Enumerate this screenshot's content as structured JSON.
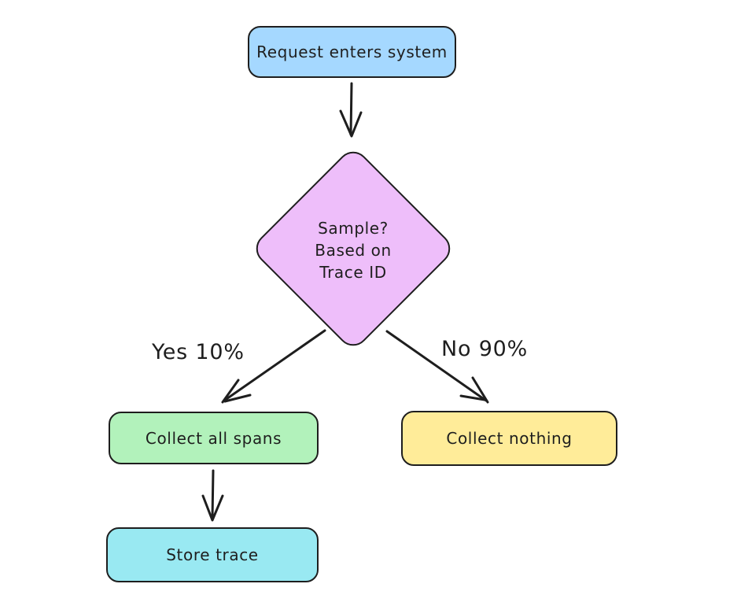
{
  "canvas": {
    "background": "#ffffff",
    "stroke_color": "#1e1e1e",
    "text_color": "#1e1e1e"
  },
  "nodes": {
    "request": {
      "label": "Request enters system",
      "fill": "#a5d8ff",
      "shape": "rounded-rect"
    },
    "decision": {
      "label": "Sample?\nBased on\nTrace ID",
      "fill": "#eebefa",
      "shape": "diamond"
    },
    "collect_spans": {
      "label": "Collect all spans",
      "fill": "#b2f2bb",
      "shape": "rounded-rect"
    },
    "collect_nothing": {
      "label": "Collect nothing",
      "fill": "#ffec99",
      "shape": "rounded-rect"
    },
    "store_trace": {
      "label": "Store trace",
      "fill": "#99e9f2",
      "shape": "rounded-rect"
    }
  },
  "edges": [
    {
      "from": "request",
      "to": "decision",
      "label": ""
    },
    {
      "from": "decision",
      "to": "collect_spans",
      "label": "Yes 10%"
    },
    {
      "from": "decision",
      "to": "collect_nothing",
      "label": "No 90%"
    },
    {
      "from": "collect_spans",
      "to": "store_trace",
      "label": ""
    }
  ]
}
